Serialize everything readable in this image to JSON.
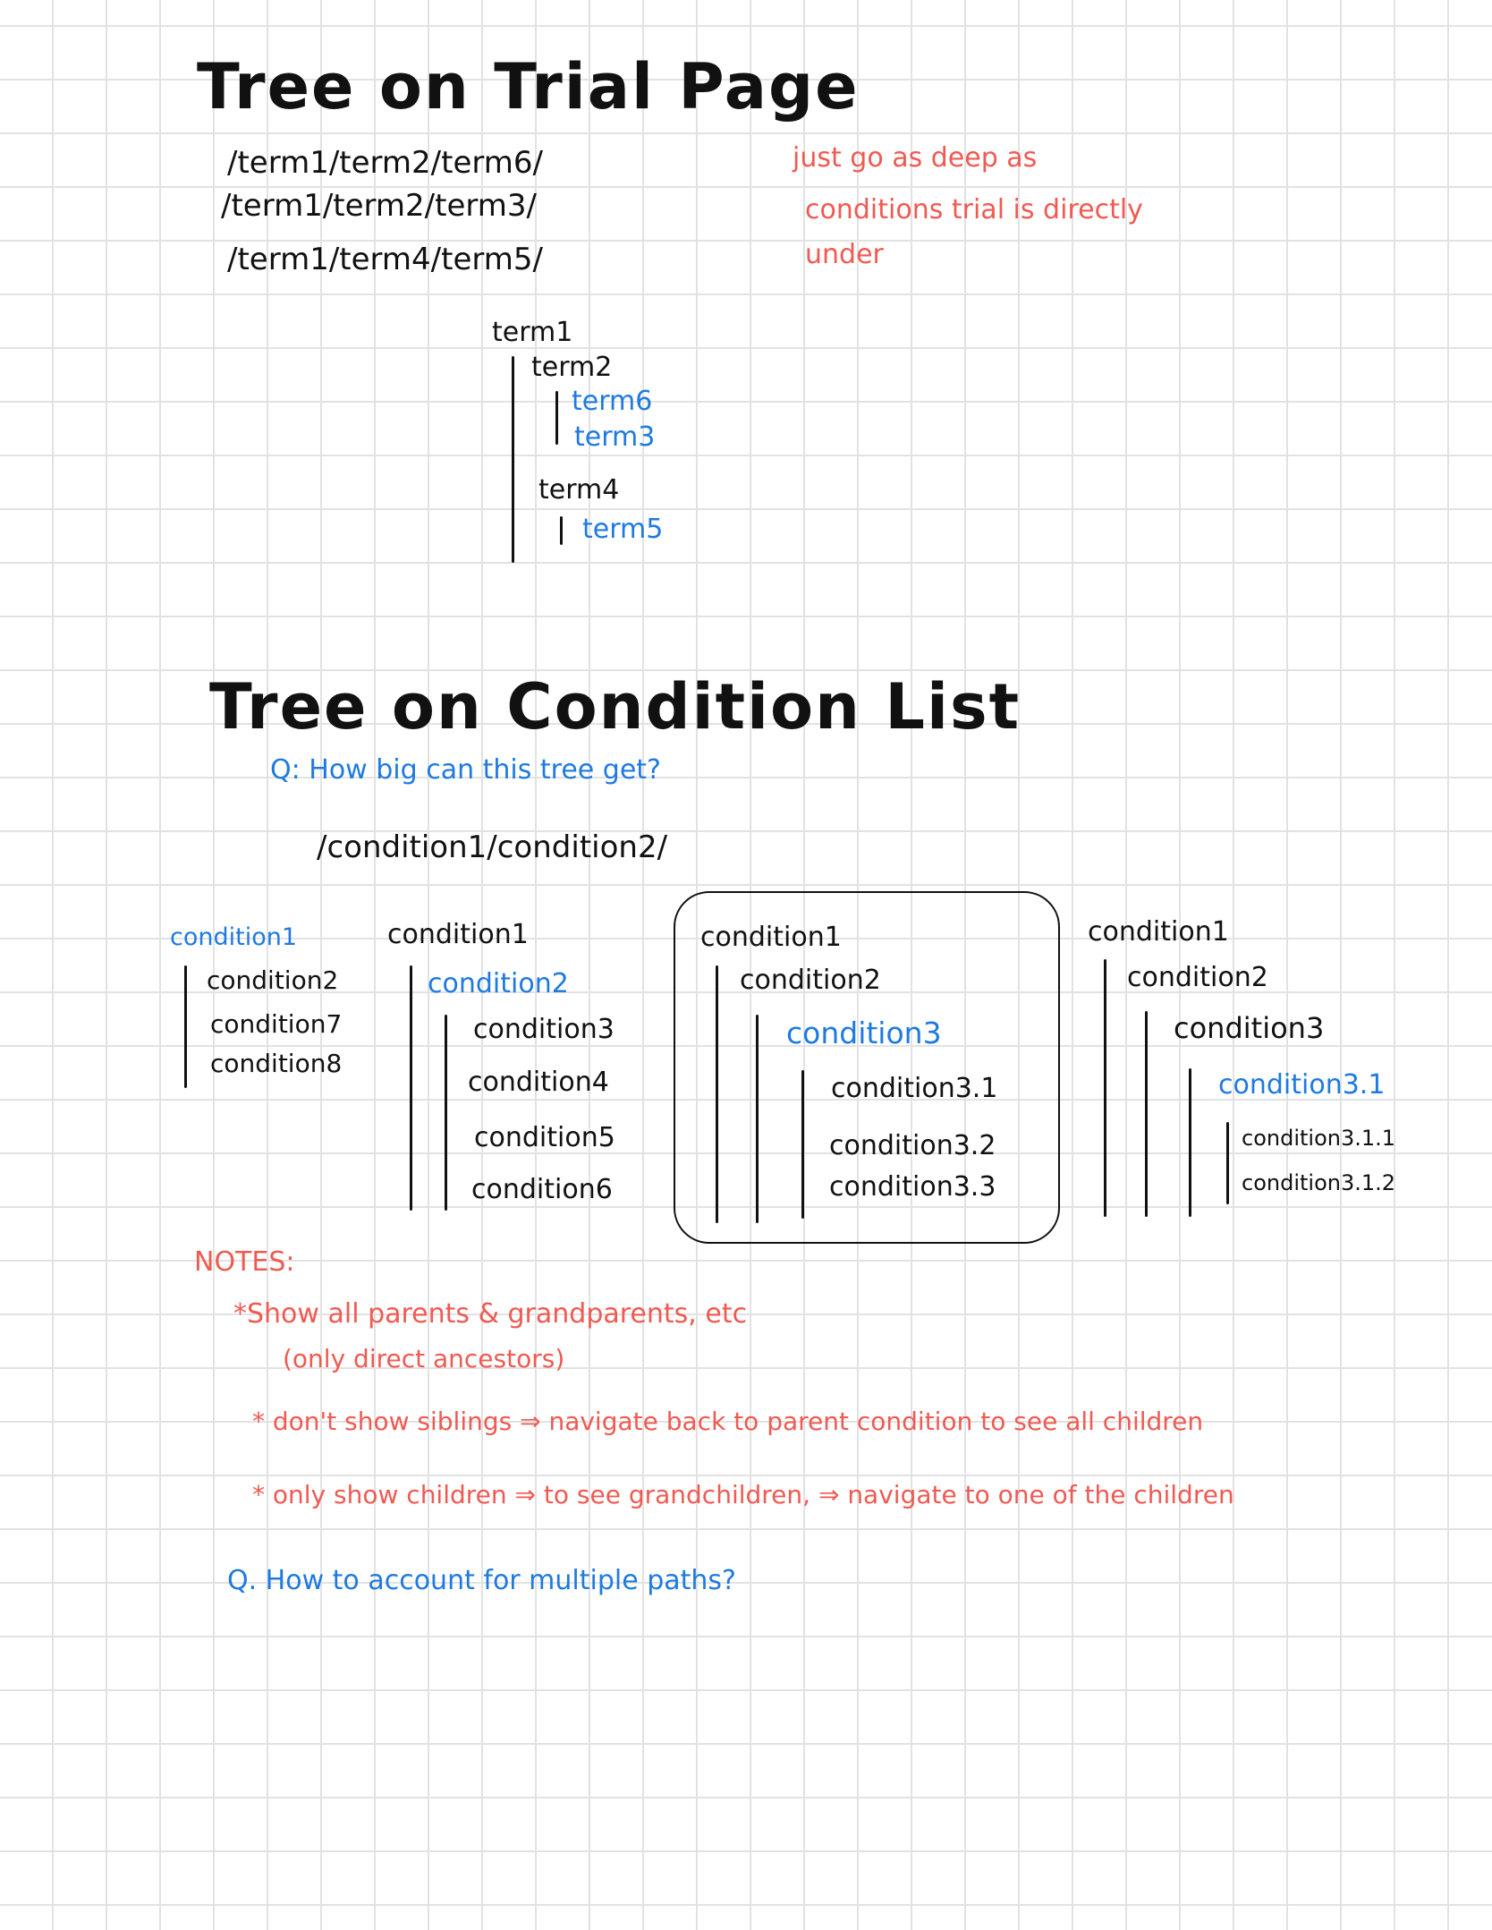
{
  "trial_section": {
    "title": "Tree on Trial Page",
    "paths": [
      "/term1/term2/term6/",
      "/term1/term2/term3/",
      "/term1/term4/term5/"
    ],
    "note_lines": [
      "just go as deep as",
      "conditions trial is directly",
      "under"
    ],
    "tree": {
      "term1": "term1",
      "term2": "term2",
      "term6": "term6",
      "term3": "term3",
      "term4": "term4",
      "term5": "term5"
    }
  },
  "condition_section": {
    "title": "Tree on Condition List",
    "question": "Q: How big can this tree get?",
    "path": "/condition1/condition2/",
    "examples": [
      {
        "items": [
          "condition1",
          "condition2",
          "condition7",
          "condition8"
        ]
      },
      {
        "items": [
          "condition1",
          "condition2",
          "condition3",
          "condition4",
          "condition5",
          "condition6"
        ]
      },
      {
        "items": [
          "condition1",
          "condition2",
          "condition3",
          "condition3.1",
          "condition3.2",
          "condition3.3"
        ]
      },
      {
        "items": [
          "condition1",
          "condition2",
          "condition3",
          "condition3.1",
          "condition3.1.1",
          "condition3.1.2"
        ]
      }
    ]
  },
  "notes": {
    "heading": "NOTES:",
    "items": [
      "*Show all parents & grandparents, etc",
      "(only direct ancestors)",
      "* don't show siblings ⇒ navigate back to parent condition to see all children",
      "* only show children ⇒ to see grandchildren, ⇒ navigate to one of the children"
    ],
    "question": "Q. How to account for multiple paths?"
  },
  "colors": {
    "ink": "#111111",
    "red": "#ef5a52",
    "blue": "#1f7ae0",
    "grid": "#e2e2e2"
  }
}
